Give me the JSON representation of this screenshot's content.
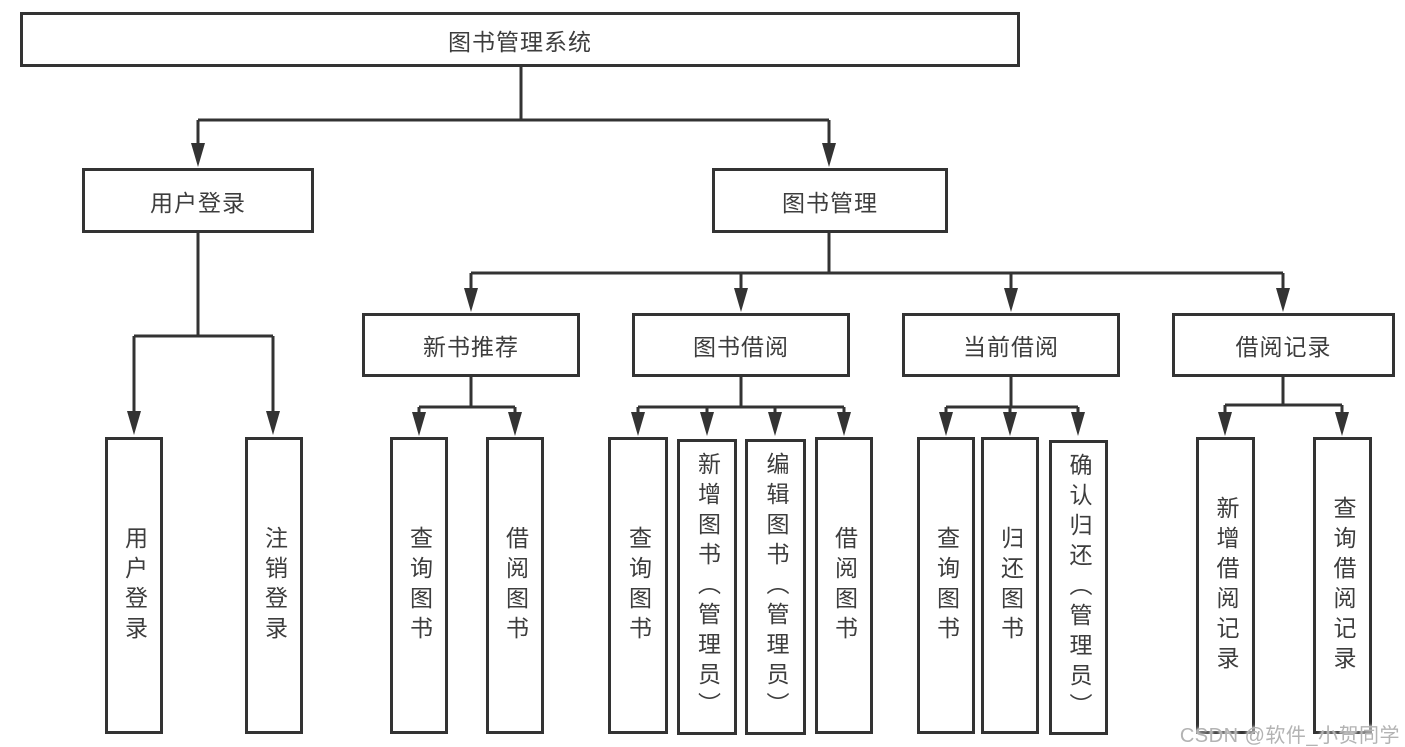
{
  "diagram": {
    "root": {
      "label": "图书管理系统"
    },
    "level2": [
      {
        "label": "用户登录",
        "children": [
          {
            "label": "用户登录"
          },
          {
            "label": "注销登录"
          }
        ]
      },
      {
        "label": "图书管理",
        "sections": [
          {
            "label": "新书推荐",
            "children": [
              {
                "label": "查询图书"
              },
              {
                "label": "借阅图书"
              }
            ]
          },
          {
            "label": "图书借阅",
            "children": [
              {
                "label": "查询图书"
              },
              {
                "label": "新增图书（管理员）"
              },
              {
                "label": "编辑图书（管理员）"
              },
              {
                "label": "借阅图书"
              }
            ]
          },
          {
            "label": "当前借阅",
            "children": [
              {
                "label": "查询图书"
              },
              {
                "label": "归还图书"
              },
              {
                "label": "确认归还（管理员）"
              }
            ]
          },
          {
            "label": "借阅记录",
            "children": [
              {
                "label": "新增借阅记录"
              },
              {
                "label": "查询借阅记录"
              }
            ]
          }
        ]
      }
    ]
  },
  "watermark": {
    "text": "CSDN @软件_小贺同学"
  },
  "colors": {
    "line": "#333333",
    "text": "#3d3d3d",
    "box_background": "#ffffff",
    "watermark": "#b3b3b3"
  }
}
